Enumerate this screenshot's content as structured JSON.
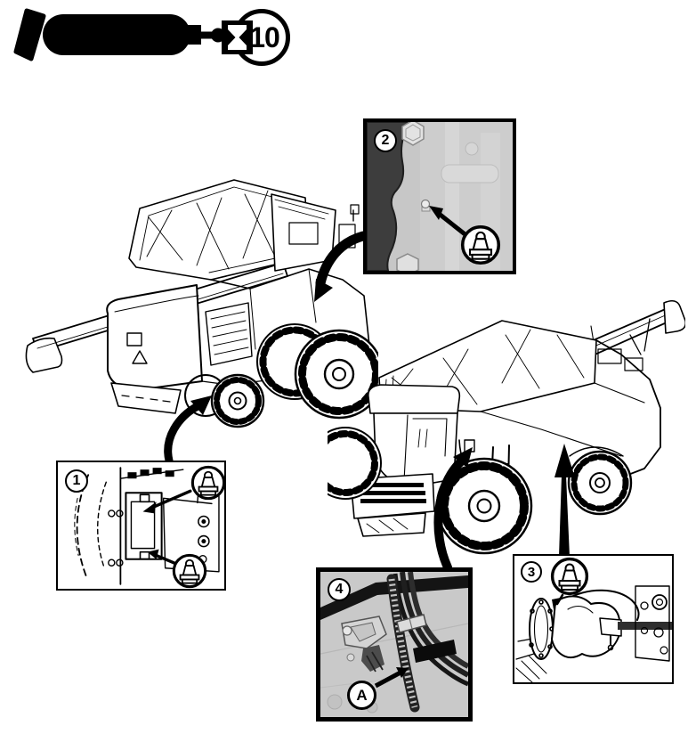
{
  "legend": {
    "interval_value": "10",
    "grease_gun_icon": "grease-gun-icon",
    "interval_icon": "hourglass-icon"
  },
  "callouts": {
    "c1": {
      "label": "1"
    },
    "c2": {
      "label": "2"
    },
    "c3": {
      "label": "3"
    },
    "c4": {
      "label": "4",
      "point_label": "A"
    }
  },
  "icons": {
    "grease_fitting": "grease-fitting-icon"
  },
  "colors": {
    "ink": "#000000",
    "paper": "#ffffff",
    "photo_light": "#c9c9c9",
    "photo_dark": "#3d3d3d"
  }
}
